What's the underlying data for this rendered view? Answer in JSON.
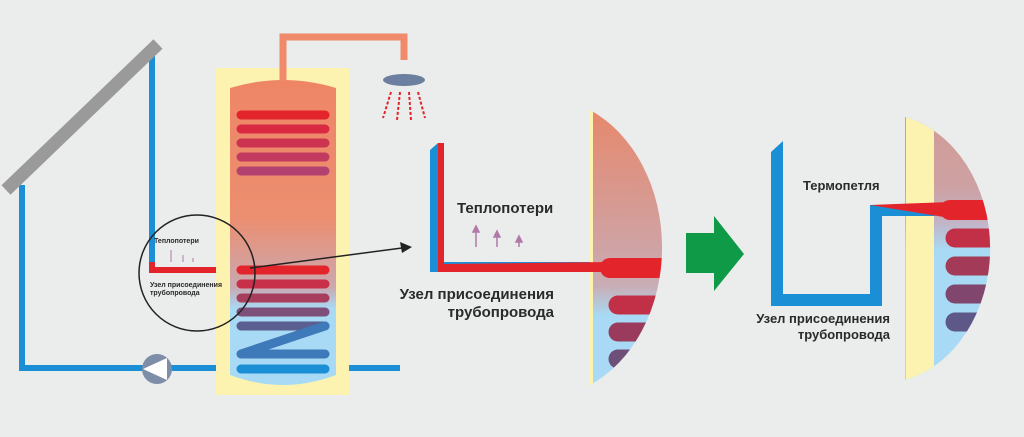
{
  "diagram": {
    "title": "Solar water heater pipe connection: heat loss vs thermal loop",
    "overview": {
      "label_heat_loss": "Теплопотери",
      "label_connection_line1": "Узел присоединения",
      "label_connection_line2": "трубопровода"
    },
    "detail_before": {
      "label_heat_loss": "Теплопотери",
      "label_connection_line1": "Узел присоединения",
      "label_connection_line2": "трубопровода"
    },
    "detail_after": {
      "label_thermal_loop": "Термопетля",
      "label_connection_line1": "Узел присоединения",
      "label_connection_line2": "трубопровода"
    },
    "colors": {
      "background": "#ebecec",
      "cold_pipe": "#1a8fd6",
      "hot_pipe": "#e3242b",
      "collector": "#9a9a9a",
      "insulation": "#fdf3b0",
      "tank_hot": "#ee8666",
      "tank_cold": "#a8daf5",
      "outlet_pipe": "#ef8a6a",
      "shower": "#6c7f9e",
      "pump": "#7f8ea8",
      "arrow_green": "#0f9a48"
    }
  }
}
